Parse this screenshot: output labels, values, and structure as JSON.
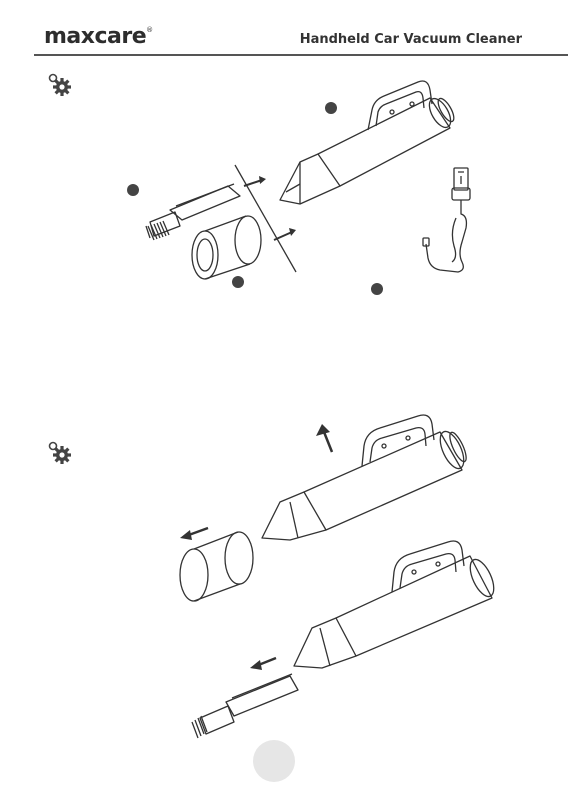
{
  "header": {
    "brand": "maxcare",
    "registered_mark": "®",
    "title": "Handheld Car Vacuum Cleaner"
  },
  "icons": {
    "section_1": "gear-icon",
    "section_2": "gear-icon",
    "callout": "numbered-callout-dot"
  },
  "footer": {
    "page_number": ""
  },
  "colors": {
    "rule": "#555555",
    "icon": "#444444",
    "page_dot": "#e6e6e6"
  }
}
